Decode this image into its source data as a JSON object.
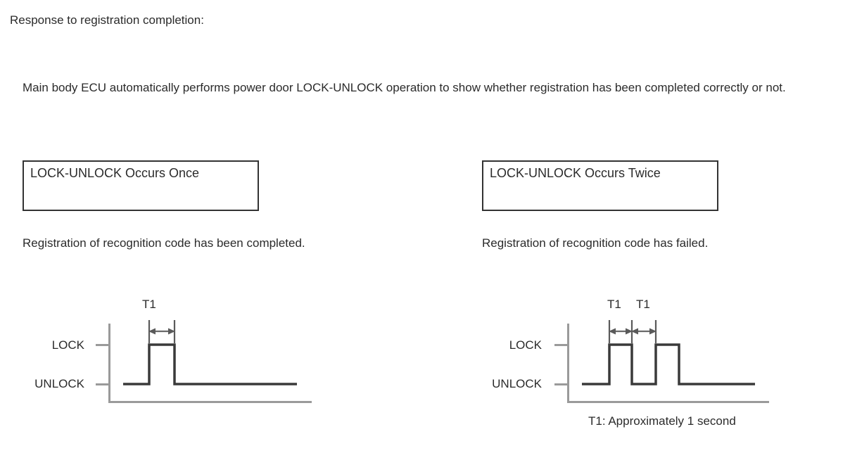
{
  "document": {
    "heading": "Response to registration completion:",
    "paragraph": "Main body ECU automatically performs power door LOCK-UNLOCK operation to show whether registration has been completed correctly or not."
  },
  "panels": [
    {
      "id": "once",
      "title": "LOCK-UNLOCK Occurs Once",
      "caption": "Registration of recognition code has been completed.",
      "axis_labels": {
        "high": "LOCK",
        "low": "UNLOCK"
      },
      "dimension_labels": [
        "T1"
      ]
    },
    {
      "id": "twice",
      "title": "LOCK-UNLOCK Occurs Twice",
      "caption": "Registration of recognition code has failed.",
      "axis_labels": {
        "high": "LOCK",
        "low": "UNLOCK"
      },
      "dimension_labels": [
        "T1",
        "T1"
      ]
    }
  ],
  "footnote": "T1: Approximately 1 second",
  "chart_data": [
    {
      "type": "line",
      "title": "LOCK-UNLOCK Occurs Once",
      "xlabel": "",
      "ylabel": "",
      "states": [
        "UNLOCK",
        "LOCK"
      ],
      "ytick_labels": [
        "LOCK",
        "UNLOCK"
      ],
      "grid": false,
      "legend": "none",
      "pulse_count": 1,
      "annotations": [
        "T1"
      ],
      "x": [
        0,
        37,
        37,
        73,
        73,
        248
      ],
      "y": [
        "UNLOCK",
        "UNLOCK",
        "LOCK",
        "LOCK",
        "UNLOCK",
        "UNLOCK"
      ],
      "pulses": [
        {
          "start": 37,
          "end": 73,
          "duration_label": "T1"
        }
      ]
    },
    {
      "type": "line",
      "title": "LOCK-UNLOCK Occurs Twice",
      "xlabel": "",
      "ylabel": "",
      "states": [
        "UNLOCK",
        "LOCK"
      ],
      "ytick_labels": [
        "LOCK",
        "UNLOCK"
      ],
      "grid": false,
      "legend": "none",
      "pulse_count": 2,
      "annotations": [
        "T1",
        "T1"
      ],
      "x": [
        0,
        59,
        59,
        91,
        91,
        125,
        125,
        158,
        158,
        266
      ],
      "y": [
        "UNLOCK",
        "UNLOCK",
        "LOCK",
        "LOCK",
        "UNLOCK",
        "UNLOCK",
        "LOCK",
        "LOCK",
        "UNLOCK",
        "UNLOCK"
      ],
      "pulses": [
        {
          "start": 59,
          "end": 91,
          "duration_label": "T1"
        },
        {
          "start": 125,
          "end": 158,
          "duration_label": "T1"
        }
      ]
    }
  ]
}
